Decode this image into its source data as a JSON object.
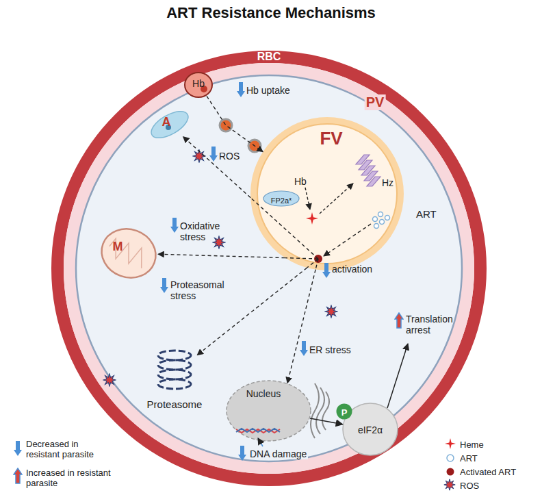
{
  "diagram": {
    "title": "ART Resistance Mechanisms",
    "nodes": [
      {
        "text": [
          "RBC"
        ]
      },
      {
        "text": [
          "PV"
        ],
        "in": 0
      },
      {
        "text": [
          "Hb"
        ],
        "in": 1
      },
      {
        "text": [
          "A"
        ],
        "in": 1
      },
      {
        "text": [
          "M"
        ],
        "in": 1
      },
      {
        "text": [
          "FV"
        ],
        "in": 1
      },
      {
        "text": [
          "FP2a*"
        ],
        "in": 5
      },
      {
        "text": [
          "Proteasome"
        ],
        "in": 1
      },
      {
        "text": [
          "Nucleus"
        ],
        "in": 1
      },
      {
        "text": [
          "eIF2α"
        ],
        "in": 1
      },
      {
        "text": [
          "P"
        ],
        "in": 9
      }
    ],
    "edges": [
      {
        "from": 2,
        "to": 5,
        "arrow": "to"
      },
      {
        "from": 5,
        "to": 3,
        "arrow": "to"
      },
      {
        "from": 5,
        "to": 4,
        "arrow": "to"
      },
      {
        "from": 5,
        "to": 7,
        "arrow": "to"
      },
      {
        "from": 5,
        "to": 8,
        "arrow": "to"
      },
      {
        "from": 8,
        "to": 9,
        "arrow": "to"
      }
    ],
    "labels": [
      "Hb uptake",
      "ROS",
      "Oxidative stress",
      "Proteasomal stress",
      "activation",
      "ART",
      "Hb",
      "Hz",
      "ER stress",
      "Translation arrest",
      "DNA damage"
    ],
    "legend": [
      {
        "text": "Decreased in resistant parasite"
      },
      {
        "text": "Increased in resistant parasite"
      },
      {
        "text": "Heme"
      },
      {
        "text": "ART"
      },
      {
        "text": "Activated ART"
      },
      {
        "text": "ROS"
      }
    ]
  }
}
